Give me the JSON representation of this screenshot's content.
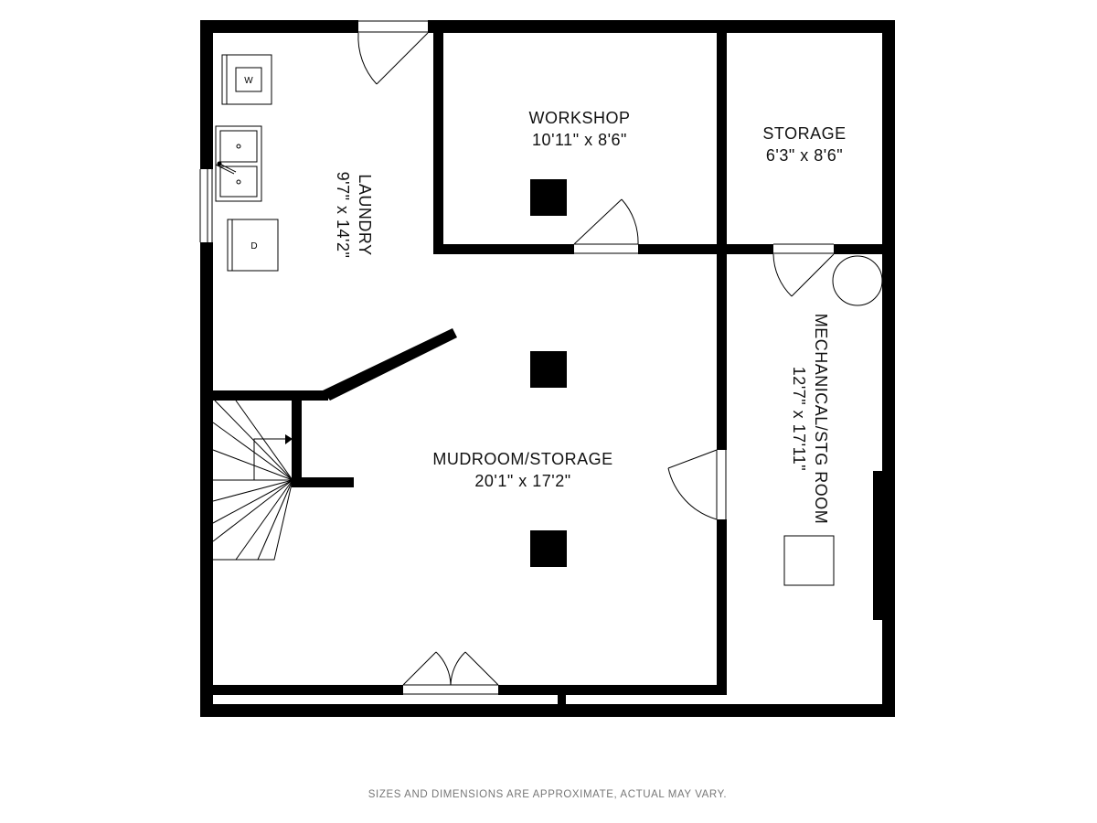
{
  "rooms": {
    "laundry": {
      "name": "LAUNDRY",
      "dims": "9'7\" x 14'2\""
    },
    "workshop": {
      "name": "WORKSHOP",
      "dims": "10'11\" x 8'6\""
    },
    "storage": {
      "name": "STORAGE",
      "dims": "6'3\" x 8'6\""
    },
    "mudroom": {
      "name": "MUDROOM/STORAGE",
      "dims": "20'1\" x 17'2\""
    },
    "mechanical": {
      "name": "MECHANICAL/STG ROOM",
      "dims": "12'7\" x 17'11\""
    }
  },
  "appliances": {
    "washer_label": "W",
    "dryer_label": "D"
  },
  "footer": {
    "disclaimer": "SIZES AND DIMENSIONS ARE APPROXIMATE, ACTUAL MAY VARY."
  }
}
